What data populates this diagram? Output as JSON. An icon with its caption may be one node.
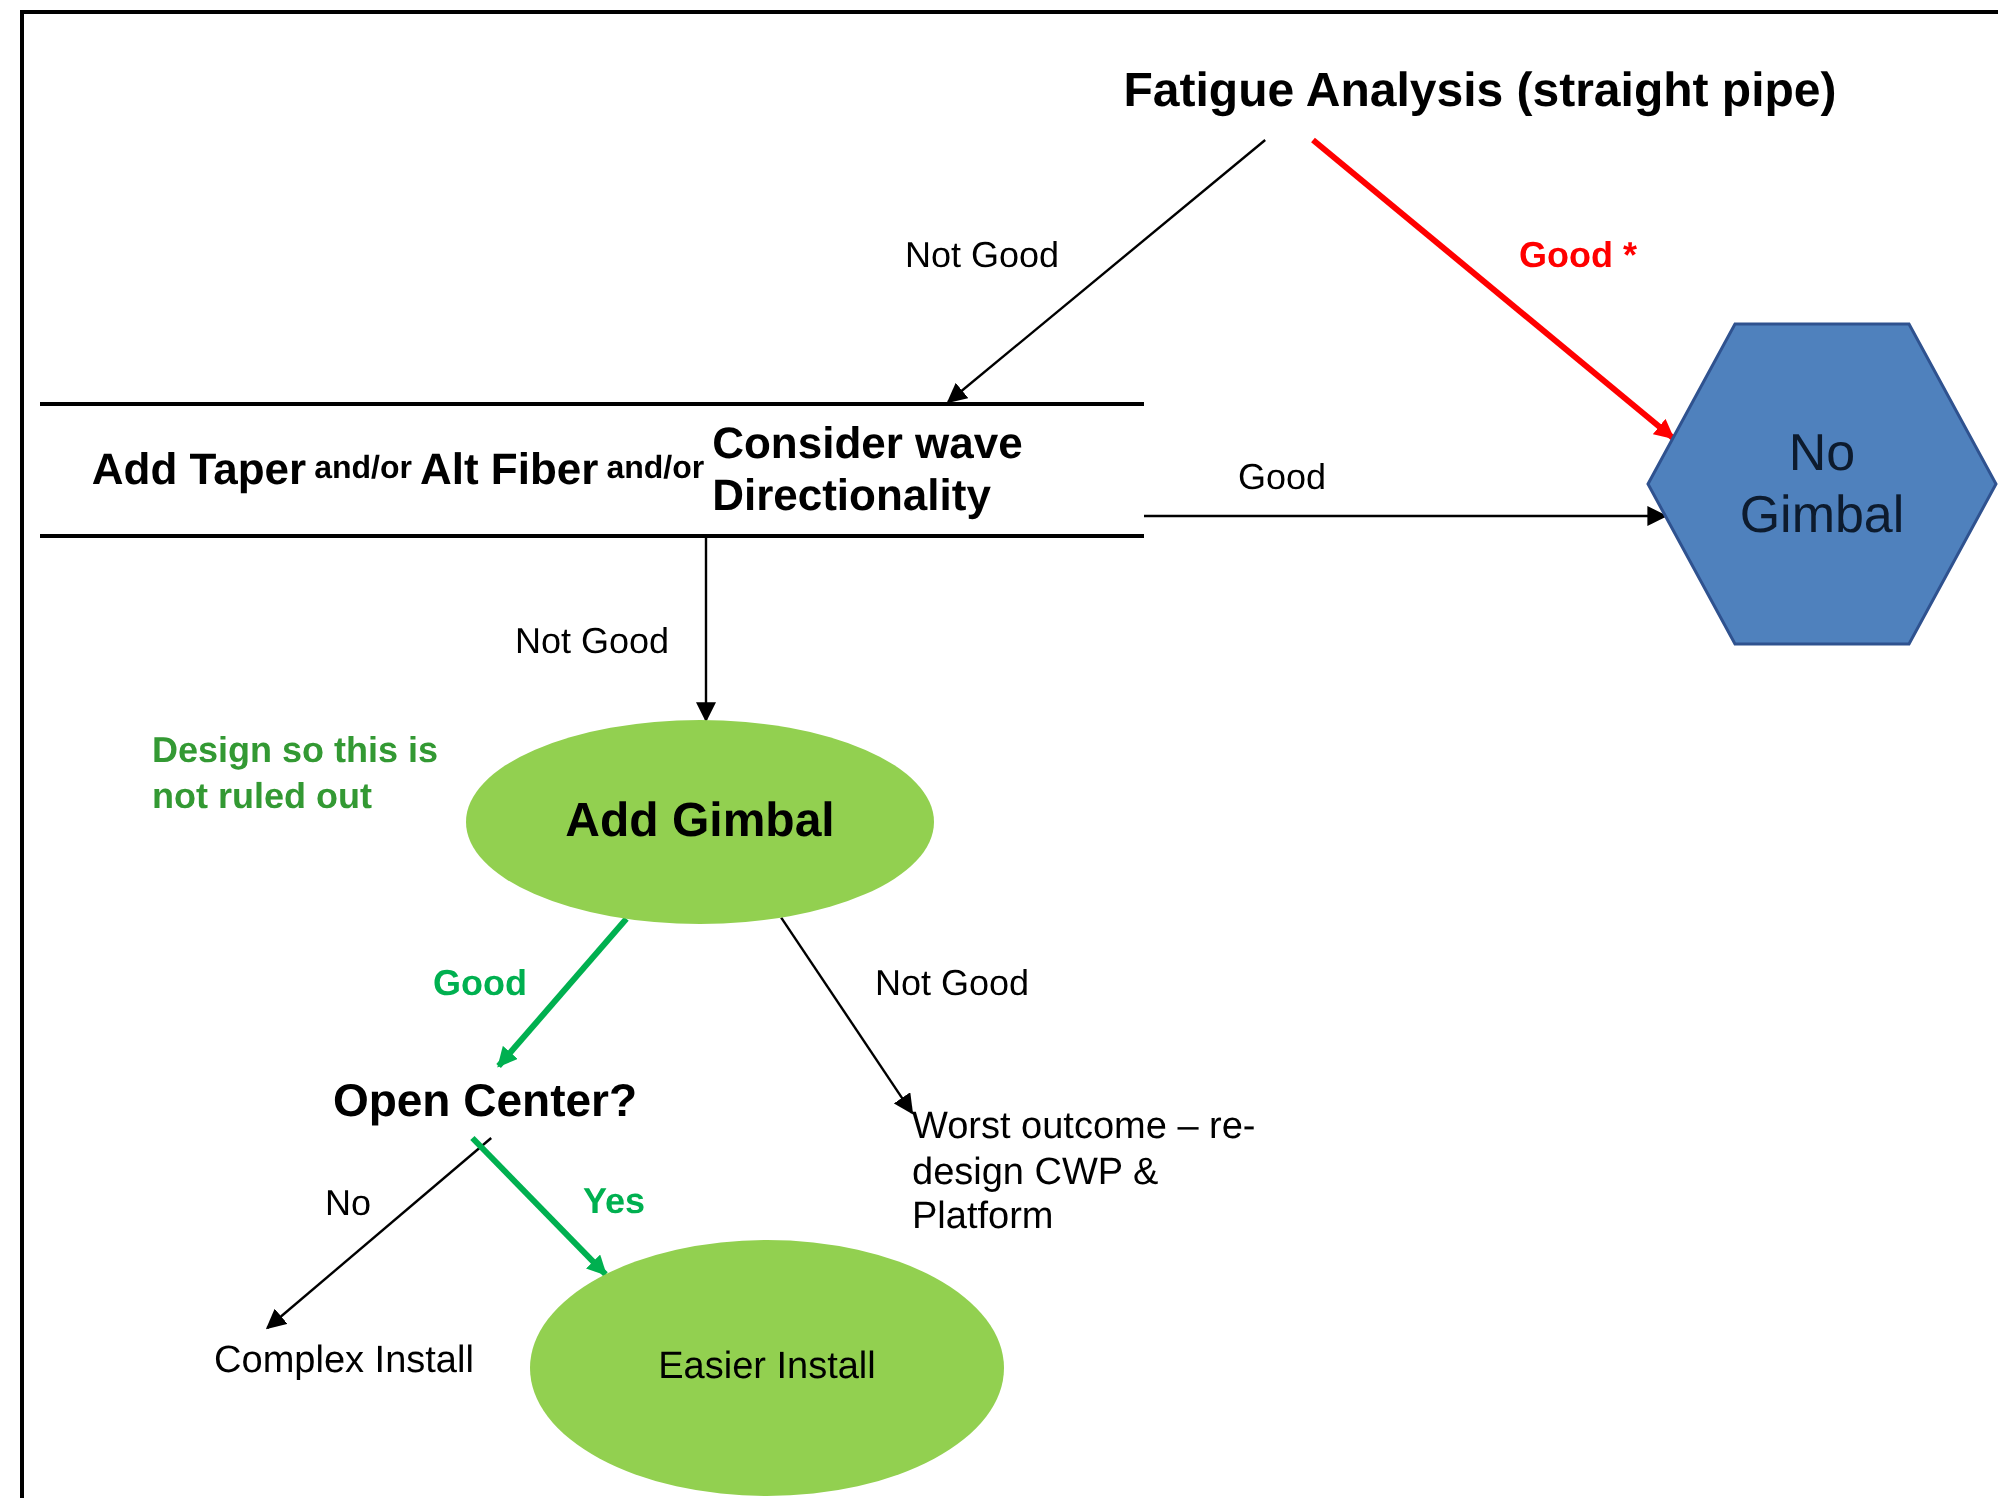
{
  "diagram": {
    "nodes": [
      {
        "text": [
          "Fatigue Analysis (straight pipe)"
        ]
      },
      {
        "text": [
          "Add Taper",
          "and/or",
          "Alt Fiber",
          "and/or",
          "Consider wave Directionality"
        ]
      },
      {
        "text": [
          "No Gimbal"
        ]
      },
      {
        "text": [
          "Add Gimbal"
        ],
        "beside": [
          "Design so this is not ruled out"
        ]
      },
      {
        "text": [
          "Open Center?"
        ]
      },
      {
        "text": [
          "Worst outcome – re-design CWP & Platform"
        ]
      },
      {
        "text": [
          "Complex Install"
        ]
      },
      {
        "text": [
          "Easier Install"
        ]
      }
    ],
    "edges": [
      {
        "from": 0,
        "to": 1,
        "arrow": "to",
        "label": "Not Good"
      },
      {
        "from": 0,
        "to": 2,
        "arrow": "to",
        "label": "Good *",
        "style": "thick",
        "color": "#ff0000"
      },
      {
        "from": 1,
        "to": 2,
        "arrow": "to",
        "label": "Good"
      },
      {
        "from": 1,
        "to": 3,
        "arrow": "to",
        "label": "Not Good"
      },
      {
        "from": 3,
        "to": 4,
        "arrow": "to",
        "label": "Good",
        "style": "thick",
        "color": "#00b050"
      },
      {
        "from": 3,
        "to": 5,
        "arrow": "to",
        "label": "Not Good"
      },
      {
        "from": 4,
        "to": 6,
        "arrow": "to",
        "label": "No"
      },
      {
        "from": 4,
        "to": 7,
        "arrow": "to",
        "label": "Yes",
        "style": "thick",
        "color": "#00b050"
      }
    ]
  }
}
